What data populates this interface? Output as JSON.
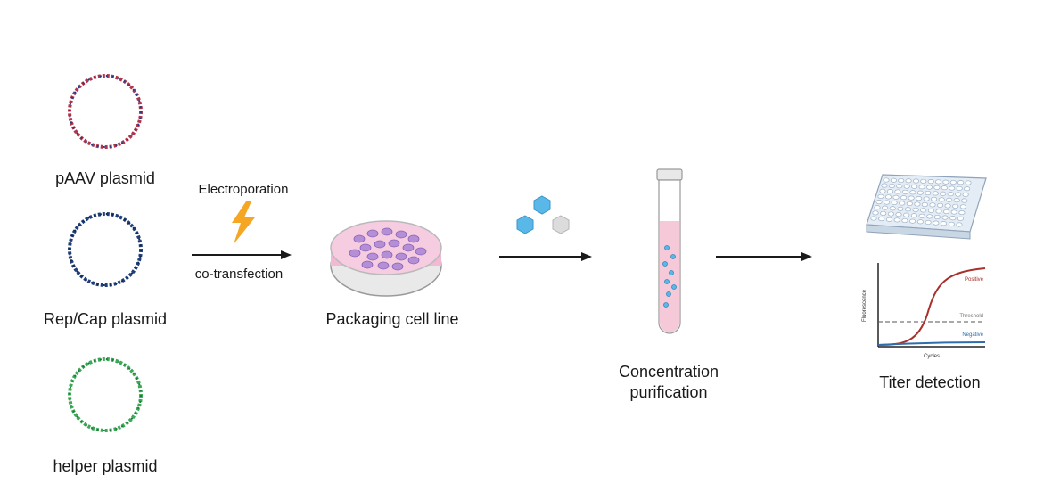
{
  "plasmids": [
    {
      "label": "pAAV plasmid",
      "color": "#b2334a",
      "accent": "#1f3f8a"
    },
    {
      "label": "Rep/Cap plasmid",
      "color": "#1f3f7a",
      "accent": "#16284f"
    },
    {
      "label": "helper plasmid",
      "color": "#3aaa56",
      "accent": "#1d7a37"
    }
  ],
  "arrows": {
    "transfection_top": "Electroporation",
    "transfection_bottom": "co-transfection"
  },
  "steps": {
    "packaging": "Packaging cell line",
    "purification_line1": "Concentration",
    "purification_line2": "purification",
    "titer": "Titer detection"
  },
  "qpcr_chart": {
    "ylabel": "Fluorescence",
    "xlabel": "Cycles",
    "positive": "Positive",
    "threshold": "Threshold",
    "negative": "Negative"
  },
  "colors": {
    "bolt": "#f5a623",
    "dish": "#f2b9d3",
    "cell": "#b48fd6",
    "tube_liquid": "#f6c9d8",
    "capsid_blue": "#5ab8e8",
    "capsid_gray": "#dcdcdc",
    "positive_curve": "#a8312c",
    "negative_curve": "#2f6db0"
  }
}
